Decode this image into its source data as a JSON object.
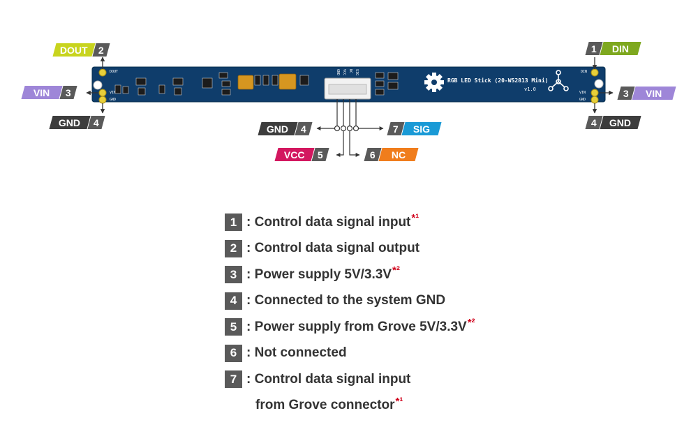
{
  "board": {
    "title": "RGB LED Stick (20-WS2813 Mini)",
    "version": "v1.0",
    "silk_dout": "DOUT",
    "silk_vin": "VIN",
    "silk_gnd": "GND",
    "silk_din": "DIN",
    "connector_pins": [
      "GND",
      "VCC",
      "NC",
      "SIG"
    ],
    "board_color": "#0f3d6b"
  },
  "pins": {
    "dout_left": {
      "label": "DOUT",
      "num": "2"
    },
    "vin_left": {
      "label": "VIN",
      "num": "3"
    },
    "gnd_left": {
      "label": "GND",
      "num": "4"
    },
    "din_right": {
      "label": "DIN",
      "num": "1"
    },
    "vin_right": {
      "label": "VIN",
      "num": "3"
    },
    "gnd_right": {
      "label": "GND",
      "num": "4"
    },
    "grove_gnd": {
      "label": "GND",
      "num": "4"
    },
    "grove_sig": {
      "label": "SIG",
      "num": "7"
    },
    "grove_vcc": {
      "label": "VCC",
      "num": "5"
    },
    "grove_nc": {
      "label": "NC",
      "num": "6"
    }
  },
  "legend": [
    {
      "num": "1",
      "text": ": Control data signal input",
      "note": "*¹"
    },
    {
      "num": "2",
      "text": ": Control data signal output",
      "note": ""
    },
    {
      "num": "3",
      "text": ": Power supply 5V/3.3V",
      "note": "*²"
    },
    {
      "num": "4",
      "text": ": Connected to the system GND",
      "note": ""
    },
    {
      "num": "5",
      "text": ": Power supply from Grove 5V/3.3V",
      "note": "*²"
    },
    {
      "num": "6",
      "text": ": Not connected",
      "note": ""
    },
    {
      "num": "7",
      "text": ": Control data signal input",
      "note": ""
    }
  ],
  "legend_continuation": {
    "text": "from Grove connector",
    "note": "*¹"
  }
}
